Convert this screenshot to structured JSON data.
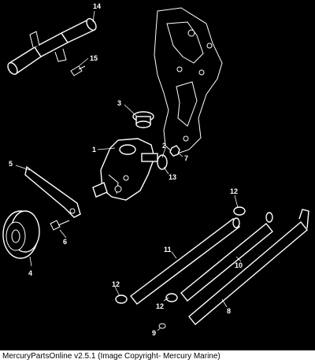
{
  "diagram": {
    "callouts": {
      "c1": "1",
      "c2": "2",
      "c3": "3",
      "c4": "4",
      "c5": "5",
      "c6": "6",
      "c7": "7",
      "c8": "8",
      "c9": "9",
      "c10": "10",
      "c11": "11",
      "c12a": "12",
      "c12b": "12",
      "c12c": "12",
      "c13": "13",
      "c14": "14",
      "c15": "15"
    }
  },
  "footer": {
    "text": "MercuryPartsOnline v2.5.1 (Image Copyright- Mercury Marine)"
  },
  "colors": {
    "background": "#000000",
    "line": "#ffffff",
    "footer_bg": "#ffffff",
    "footer_text": "#000000"
  }
}
